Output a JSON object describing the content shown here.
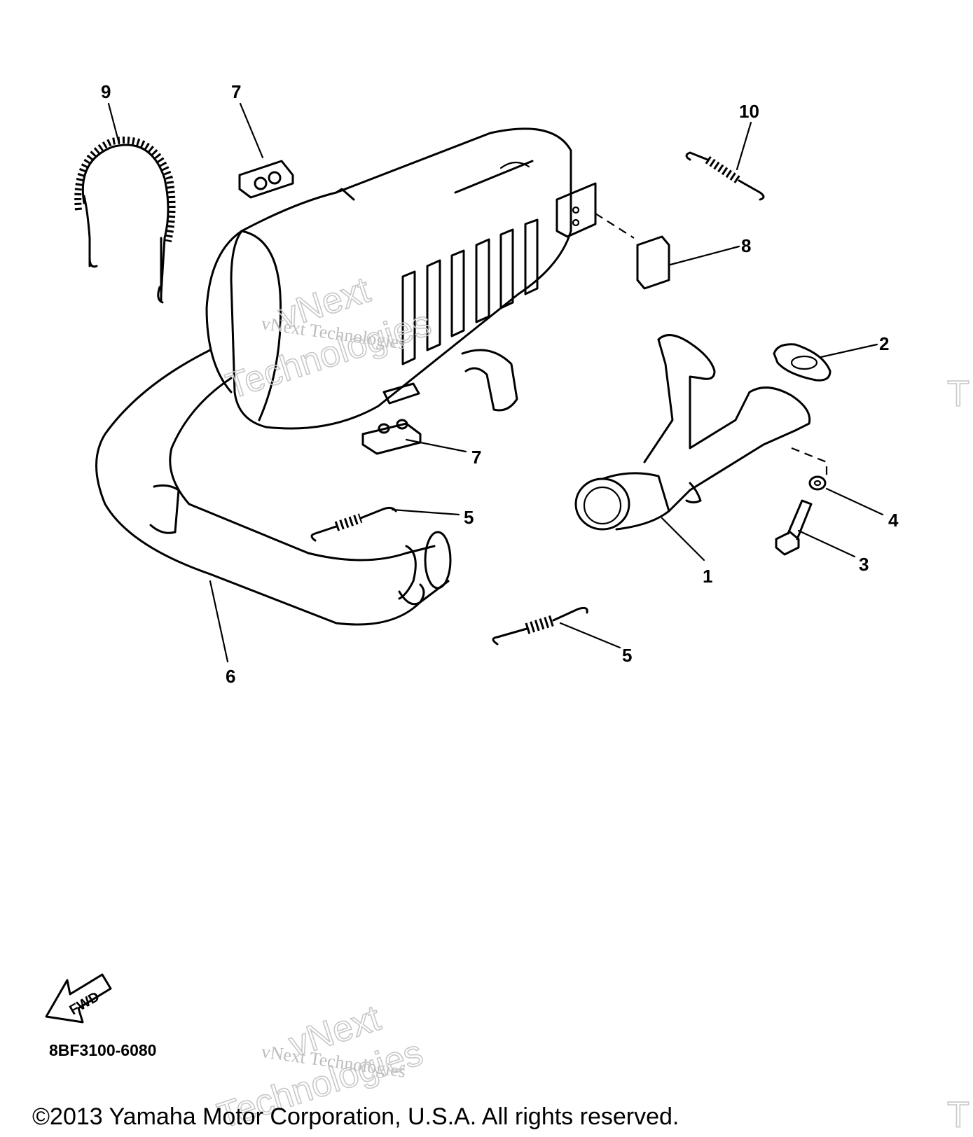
{
  "callouts": {
    "c1": "1",
    "c2": "2",
    "c3": "3",
    "c4": "4",
    "c5a": "5",
    "c5b": "5",
    "c6": "6",
    "c7a": "7",
    "c7b": "7",
    "c8": "8",
    "c9": "9",
    "c10": "10"
  },
  "fwd_label": "FWD",
  "diagram_code": "8BF3100-6080",
  "watermark": {
    "brand_top": "vNext",
    "brand_mid": "vNext Technologies",
    "brand_bottom": "Technologies",
    "edge_letter": "T"
  },
  "copyright": "©2013 Yamaha Motor Corporation, U.S.A. All rights reserved."
}
